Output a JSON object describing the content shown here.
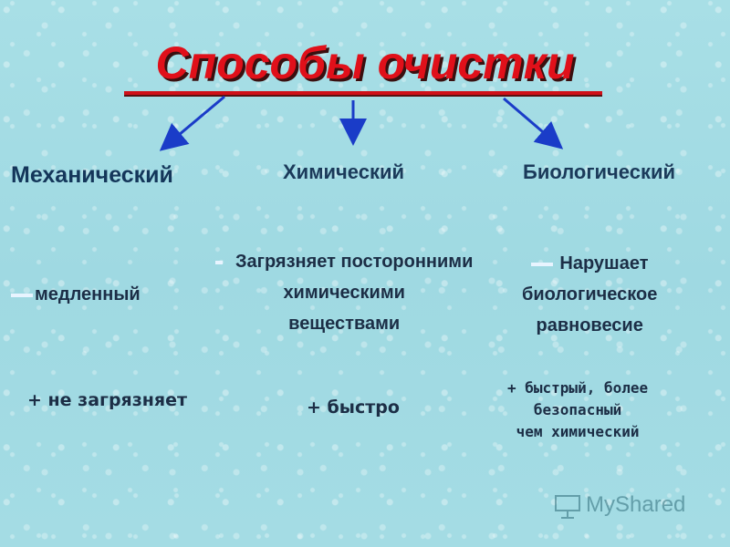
{
  "title": "Способы очистки",
  "methods": {
    "mechanical": {
      "name": "Механический",
      "minus": "медленный",
      "plus": "+ не загрязняет"
    },
    "chemical": {
      "name": "Химический",
      "minus": [
        "Загрязняет посторонними",
        "химическими",
        "веществами"
      ],
      "plus": "+ быстро"
    },
    "biological": {
      "name": "Биологический",
      "minus": [
        "Нарушает",
        "биологическое",
        "равновесие"
      ],
      "plus": [
        "+ быстрый, более",
        "безопасный",
        "чем химический"
      ]
    }
  },
  "watermark": "MyShared",
  "colors": {
    "title": "#e0101a",
    "arrow": "#1a3cc8",
    "text": "#1c2e46"
  }
}
